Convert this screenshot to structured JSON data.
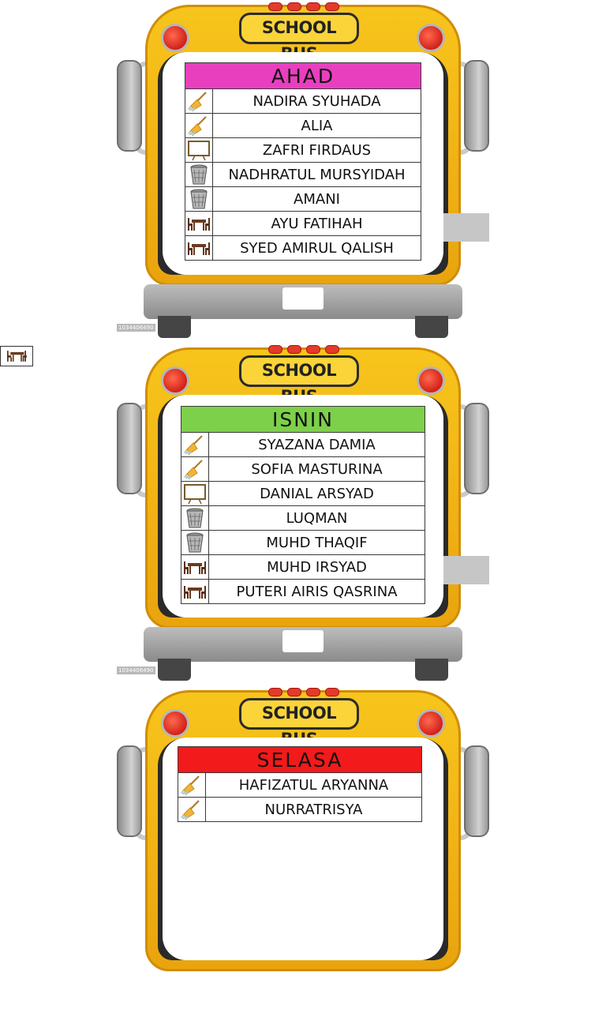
{
  "buses": [
    {
      "sign": "SCHOOL BUS",
      "watermark": "1034406490",
      "day": "AHAD",
      "head_color": "#e83fbf",
      "rows": [
        {
          "icon": "broom-icon",
          "name": "NADIRA SYUHADA"
        },
        {
          "icon": "broom-icon",
          "name": "ALIA"
        },
        {
          "icon": "whiteboard-icon",
          "name": "ZAFRI FIRDAUS"
        },
        {
          "icon": "trash-bin-icon",
          "name": "NADHRATUL MURSYIDAH"
        },
        {
          "icon": "trash-bin-icon",
          "name": "AMANI"
        },
        {
          "icon": "desk-chairs-icon",
          "name": "AYU FATIHAH"
        },
        {
          "icon": "desk-chairs-icon",
          "name": "SYED AMIRUL QALISH"
        }
      ]
    },
    {
      "sign": "SCHOOL BUS",
      "watermark": "1034406490",
      "day": "ISNIN",
      "head_color": "#7dd04a",
      "rows": [
        {
          "icon": "broom-icon",
          "name": "SYAZANA DAMIA"
        },
        {
          "icon": "broom-icon",
          "name": "SOFIA MASTURINA"
        },
        {
          "icon": "whiteboard-icon",
          "name": "DANIAL ARSYAD"
        },
        {
          "icon": "trash-bin-icon",
          "name": "LUQMAN"
        },
        {
          "icon": "trash-bin-icon",
          "name": "MUHD THAQIF"
        },
        {
          "icon": "desk-chairs-icon",
          "name": "MUHD IRSYAD"
        },
        {
          "icon": "desk-chairs-icon",
          "name": "PUTERI AIRIS QASRINA"
        }
      ]
    },
    {
      "sign": "SCHOOL BUS",
      "day": "SELASA",
      "head_color": "#f21a1a",
      "rows": [
        {
          "icon": "broom-icon",
          "name": "HAFIZATUL ARYANNA"
        },
        {
          "icon": "broom-icon",
          "name": "NURRATRISYA"
        }
      ]
    }
  ]
}
